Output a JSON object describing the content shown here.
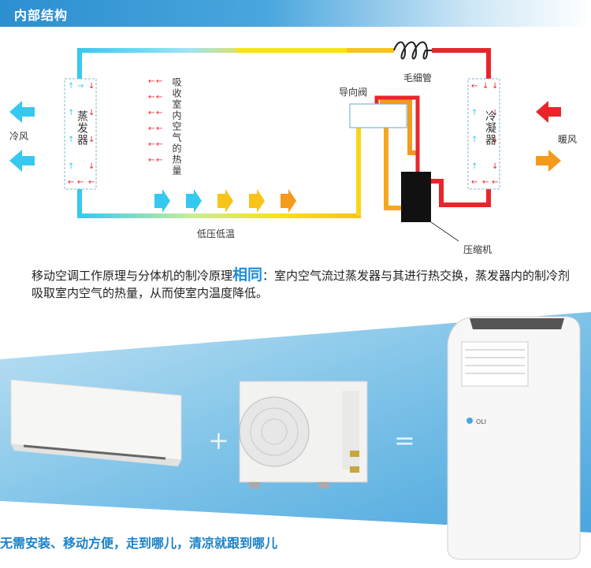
{
  "header": {
    "title": "内部结构"
  },
  "diagram": {
    "cold_air": "冷风",
    "warm_air": "暖风",
    "evaporator": "蒸发器",
    "absorb_heat": "吸收室内空气的热量",
    "capillary": "毛细管",
    "reversing_valve": "导向阀",
    "condenser": "冷凝器",
    "low_pressure": "低压低温",
    "compressor": "压缩机"
  },
  "description": {
    "part1": "移动空调工作原理与分体机的制冷原理",
    "highlight": "相同",
    "part2": "：室内空气流过蒸发器与其进行热交换，蒸发器内的制冷剂吸取室内空气的热量，从而使室内温度降低。"
  },
  "equation": {
    "plus": "+",
    "equals": "="
  },
  "portable_brand": "OLI",
  "slogan": "无需安装、移动方便，走到哪儿，清凉就跟到哪儿",
  "colors": {
    "accent": "#1a8fd8",
    "cold": "#35c9f0",
    "hot": "#e8262a",
    "warm": "#f7a21b",
    "yellow": "#f8e21a"
  }
}
